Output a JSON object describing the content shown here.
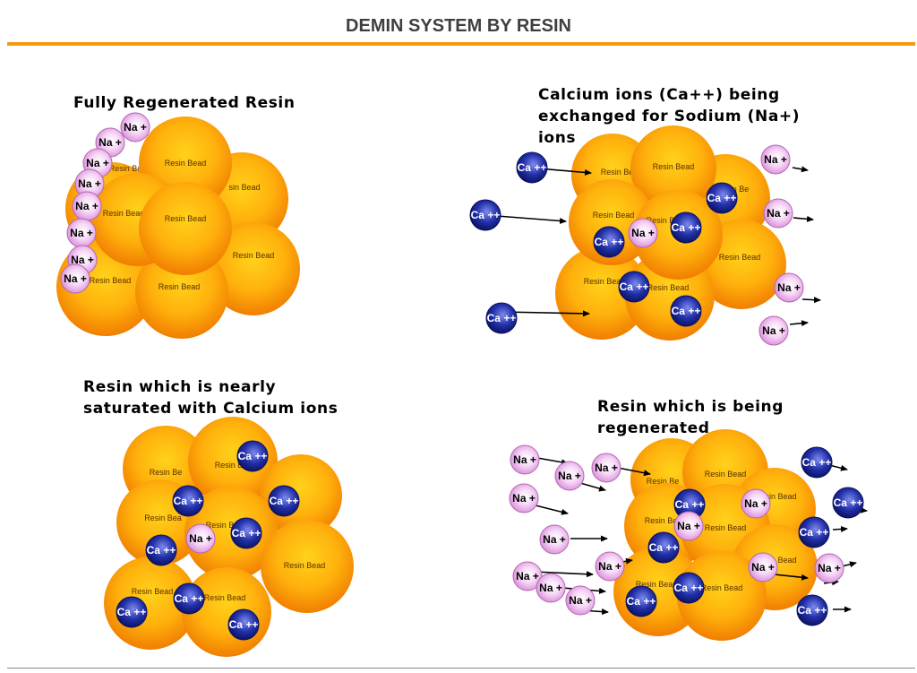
{
  "title": "DEMIN SYSTEM BY RESIN",
  "colors": {
    "accent_rule": "#f39c12",
    "resin_bead": "#f7a21b",
    "calcium_ion": "#1f2a9e",
    "sodium_ion": "#e8a8e8"
  },
  "labels": {
    "bead": "Resin Bead",
    "bead_short": "Resin Be",
    "bead_short2": "Resin Bea",
    "bead_short3": "sin Bead",
    "sodium": "Na +",
    "calcium": "Ca ++"
  },
  "panels": [
    {
      "id": "fully-regenerated",
      "caption": "Fully Regenerated Resin"
    },
    {
      "id": "being-exchanged",
      "caption": "Calcium ions (Ca++) being\nexchanged for Sodium (Na+)\nions"
    },
    {
      "id": "nearly-saturated",
      "caption": "Resin which is nearly\nsaturated with Calcium ions"
    },
    {
      "id": "being-regenerated",
      "caption": "Resin which is being\nregenerated"
    }
  ]
}
